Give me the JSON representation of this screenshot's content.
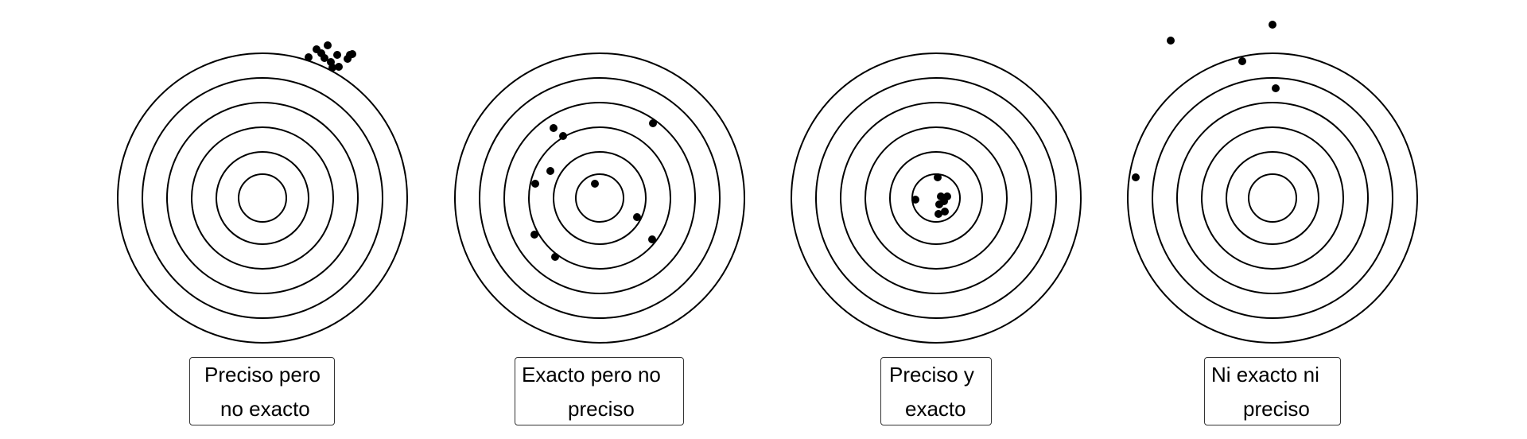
{
  "targets": [
    {
      "caption_line1": "Preciso pero",
      "caption_line2": "no exacto",
      "shots": [
        [
          58,
          -177
        ],
        [
          68,
          -187
        ],
        [
          82,
          -192
        ],
        [
          110,
          -180
        ],
        [
          94,
          -180
        ],
        [
          88,
          -164
        ],
        [
          74,
          -182
        ],
        [
          78,
          -176
        ],
        [
          86,
          -171
        ],
        [
          96,
          -165
        ],
        [
          107,
          -175
        ],
        [
          113,
          -181
        ]
      ]
    },
    {
      "caption_line1": "Exacto pero no",
      "caption_line2": "preciso",
      "shots": [
        [
          67,
          -94
        ],
        [
          -58,
          -88
        ],
        [
          -46,
          -78
        ],
        [
          -81,
          -18
        ],
        [
          -62,
          -34
        ],
        [
          -6,
          -18
        ],
        [
          -82,
          46
        ],
        [
          -56,
          74
        ],
        [
          47,
          24
        ],
        [
          66,
          52
        ]
      ]
    },
    {
      "caption_line1": "Preciso y",
      "caption_line2": "exacto",
      "shots": [
        [
          2,
          -26
        ],
        [
          -26,
          2
        ],
        [
          6,
          -2
        ],
        [
          10,
          4
        ],
        [
          14,
          -2
        ],
        [
          3,
          20
        ],
        [
          11,
          17
        ],
        [
          4,
          8
        ]
      ]
    },
    {
      "caption_line1": "Ni exacto ni",
      "caption_line2": "preciso",
      "shots": [
        [
          -128,
          -198
        ],
        [
          0,
          -218
        ],
        [
          -38,
          -172
        ],
        [
          4,
          -138
        ],
        [
          -172,
          -26
        ]
      ]
    }
  ],
  "style": {
    "ring_color": "#000000",
    "shot_color": "#000000"
  }
}
